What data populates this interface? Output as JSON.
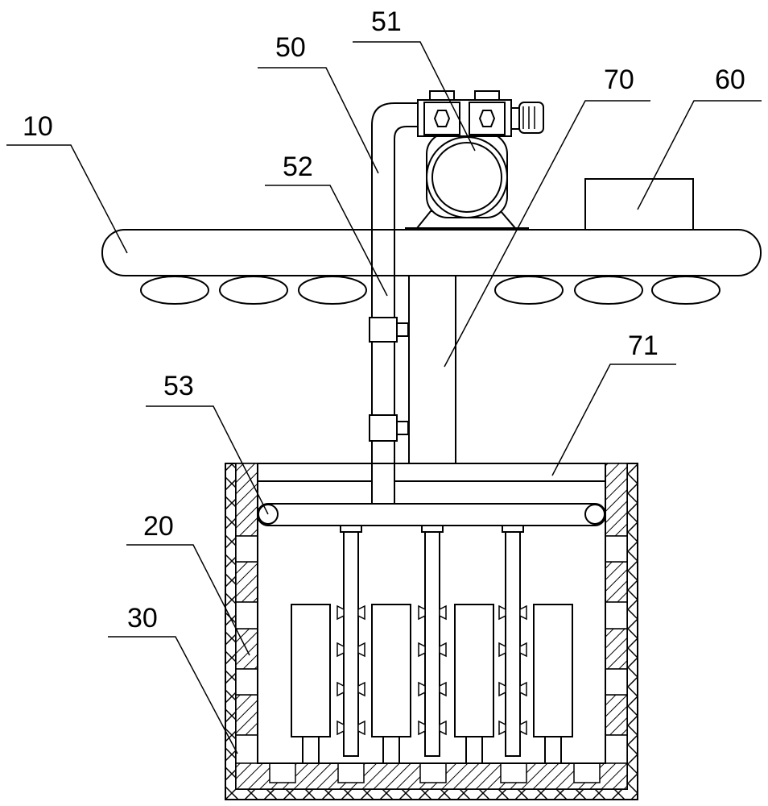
{
  "diagram": {
    "labels": {
      "l10": "10",
      "l20": "20",
      "l30": "30",
      "l50": "50",
      "l51": "51",
      "l52": "52",
      "l53": "53",
      "l60": "60",
      "l70": "70",
      "l71": "71"
    }
  }
}
